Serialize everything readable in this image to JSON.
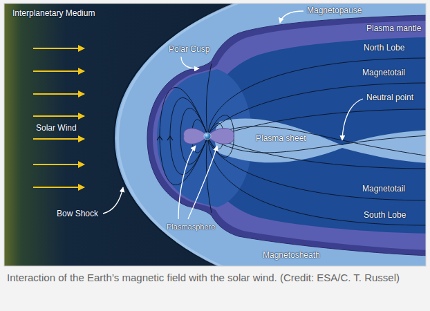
{
  "diagram": {
    "caption": "Interaction of the Earth’s magnetic field with the solar wind. (Credit: ESA/C. T. Russel)",
    "labels": [
      "Interplanetary Medium",
      "Magnetopause",
      "Plasma mantle",
      "Polar Cusp",
      "North Lobe",
      "Magnetotail",
      "Neutral point",
      "Solar Wind",
      "Plasma sheet",
      "Magnetotail",
      "South Lobe",
      "Bow Shock",
      "Plasmasphere",
      "Magnetosheath"
    ]
  }
}
